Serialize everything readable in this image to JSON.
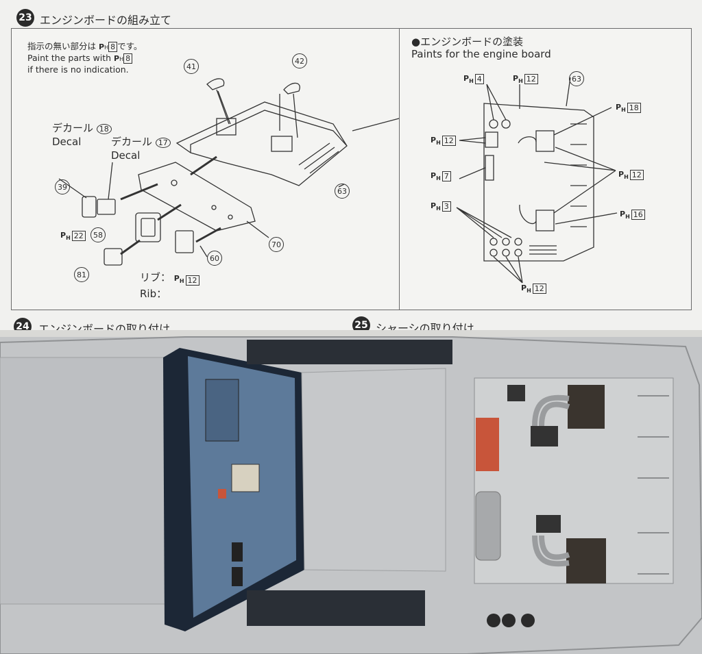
{
  "step23": {
    "number": "23",
    "title": "エンジンボードの組み立て",
    "note_jp": "指示の無い部分は",
    "note_jp_end": "です。",
    "note_en_1": "Paint the parts with",
    "note_en_2": "if there is no indication.",
    "note_code": "8",
    "decal_18_jp": "デカール",
    "decal_18_en": "Decal",
    "decal_18_num": "18",
    "decal_17_jp": "デカール",
    "decal_17_en": "Decal",
    "decal_17_num": "17",
    "rib_jp": "リブ：",
    "rib_en": "Rib：",
    "rib_code": "12",
    "part_58_code": "22",
    "parts": [
      "41",
      "42",
      "39",
      "58",
      "81",
      "60",
      "70",
      "63"
    ]
  },
  "paint_panel": {
    "title_jp": "●エンジンボードの塗装",
    "title_en": "Paints for the engine board",
    "part_number": "63",
    "codes": {
      "c4": "4",
      "c12a": "12",
      "c18": "18",
      "c12b": "12",
      "c12c": "12",
      "c7": "7",
      "c3": "3",
      "c16": "16",
      "c12d": "12"
    }
  },
  "step24": {
    "number": "24",
    "title": "エンジンボードの取り付け"
  },
  "step25": {
    "number": "25",
    "title": "シャーシの取り付け"
  },
  "colors": {
    "car_silver": "#c3c5c7",
    "cabin_blue": "#5d7a9a",
    "engine_orange": "#c8553a",
    "paper": "#f1f1ef"
  }
}
